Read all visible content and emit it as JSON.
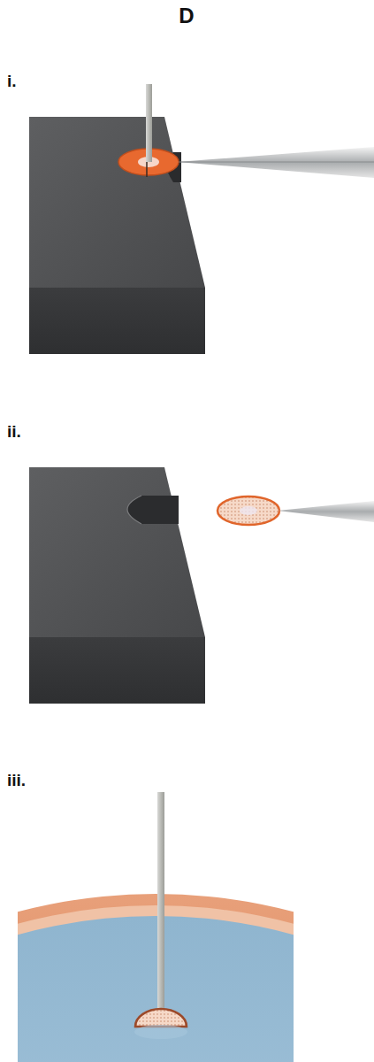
{
  "diagram": {
    "labels": [
      "D",
      "i.",
      "ii.",
      "iii."
    ]
  }
}
